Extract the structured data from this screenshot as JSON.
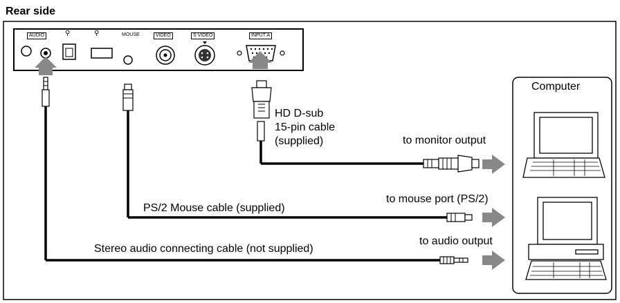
{
  "title": "Rear side",
  "panel": {
    "audio": "AUDIO",
    "usb_symbol": "⚲",
    "mouse": "MOUSE",
    "video": "VIDEO",
    "s_video": "S VIDEO",
    "input_a": "INPUT A"
  },
  "computer": "Computer",
  "cables": {
    "hd_dsub": [
      "HD D-sub",
      "15-pin cable",
      "(supplied)"
    ],
    "ps2": "PS/2 Mouse cable (supplied)",
    "stereo": "Stereo audio connecting cable (not supplied)"
  },
  "destinations": {
    "monitor": "to monitor output",
    "mouse": "to mouse port (PS/2)",
    "audio": "to audio output"
  }
}
